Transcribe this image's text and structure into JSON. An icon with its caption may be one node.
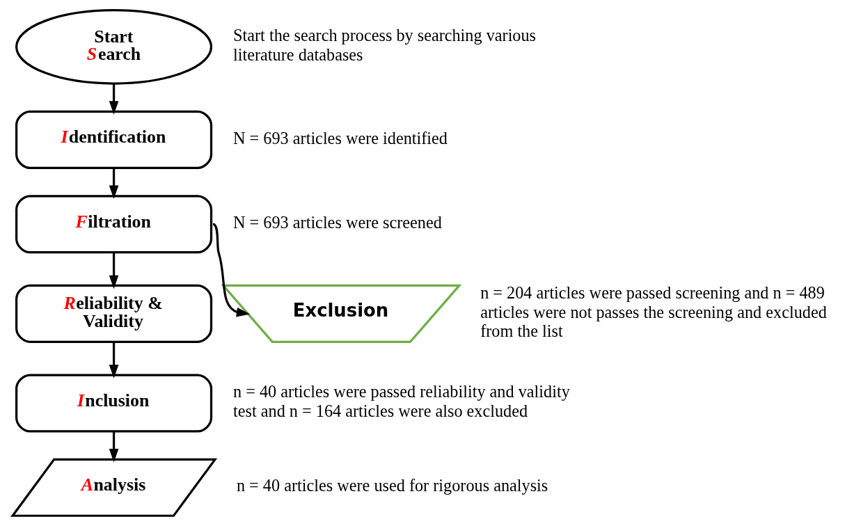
{
  "diagram": {
    "nodes": [
      {
        "text": [
          "Start Search"
        ],
        "beside": [
          "Start the search process by searching various literature databases"
        ]
      },
      {
        "text": [
          "Identification"
        ],
        "beside": [
          "N = 693 articles were identified"
        ]
      },
      {
        "text": [
          "Filtration"
        ],
        "beside": [
          "N = 693 articles were screened"
        ]
      },
      {
        "text": [
          "Reliability & Validity"
        ]
      },
      {
        "text": [
          "Inclusion"
        ],
        "beside": [
          "n = 40 articles were passed reliability and validity test and n = 164 articles were also excluded"
        ]
      },
      {
        "text": [
          "Analysis"
        ],
        "beside": [
          "n = 40 articles were used for rigorous analysis"
        ]
      },
      {
        "text": [
          "Exclusion"
        ],
        "beside": [
          "n = 204 articles were passed screening and n = 489 articles were not passes the screening and excluded from the list"
        ]
      }
    ],
    "edges": [
      {
        "from": 0,
        "to": 1,
        "arrow": "to"
      },
      {
        "from": 1,
        "to": 2,
        "arrow": "to"
      },
      {
        "from": 2,
        "to": 3,
        "arrow": "to"
      },
      {
        "from": 3,
        "to": 4,
        "arrow": "to"
      },
      {
        "from": 4,
        "to": 5,
        "arrow": "to"
      },
      {
        "from": 2,
        "to": 6,
        "arrow": "to"
      }
    ]
  }
}
